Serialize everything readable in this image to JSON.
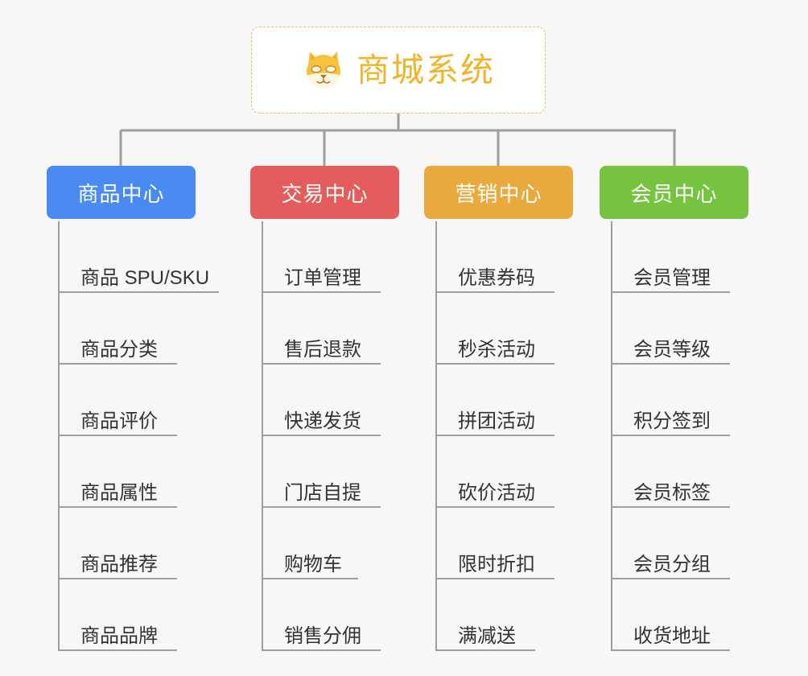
{
  "root": {
    "title": "商城系统",
    "icon": "shiba-dog-emoji",
    "accent_color": "#f0b429",
    "border_color": "#e8b96a",
    "background": "#ffffff"
  },
  "canvas": {
    "background": "#f7f7f7",
    "connector_color": "#9e9e9e"
  },
  "categories": [
    {
      "label": "商品中心",
      "color": "#4a8bf2",
      "width": 185,
      "underline_widths": [
        200,
        148,
        148,
        148,
        148,
        148
      ],
      "items": [
        "商品 SPU/SKU",
        "商品分类",
        "商品评价",
        "商品属性",
        "商品推荐",
        "商品品牌"
      ]
    },
    {
      "label": "交易中心",
      "color": "#e45c5c",
      "width": 185,
      "underline_widths": [
        148,
        148,
        148,
        148,
        120,
        148
      ],
      "items": [
        "订单管理",
        "售后退款",
        "快递发货",
        "门店自提",
        "购物车",
        "销售分佣"
      ]
    },
    {
      "label": "营销中心",
      "color": "#eaa93c",
      "width": 185,
      "underline_widths": [
        148,
        148,
        148,
        148,
        148,
        124
      ],
      "items": [
        "优惠券码",
        "秒杀活动",
        "拼团活动",
        "砍价活动",
        "限时折扣",
        "满减送"
      ]
    },
    {
      "label": "会员中心",
      "color": "#76c33f",
      "width": 185,
      "underline_widths": [
        148,
        148,
        148,
        148,
        148,
        148
      ],
      "items": [
        "会员管理",
        "会员等级",
        "积分签到",
        "会员标签",
        "会员分组",
        "收货地址"
      ]
    }
  ]
}
